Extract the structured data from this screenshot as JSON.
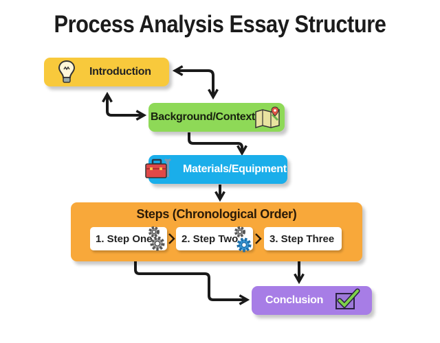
{
  "title": "Process Analysis Essay Structure",
  "nodes": {
    "introduction": "Introduction",
    "background": "Background/Context",
    "materials": "Materials/Equipment",
    "steps": "Steps (Chronological Order)",
    "conclusion": "Conclusion"
  },
  "steps": [
    "1. Step One",
    "2. Step Two",
    "3. Step Three"
  ],
  "colors": {
    "introduction": "#f8c93c",
    "background": "#8ed957",
    "materials": "#1aaeea",
    "steps": "#f8a83a",
    "conclusion": "#a77de6"
  }
}
